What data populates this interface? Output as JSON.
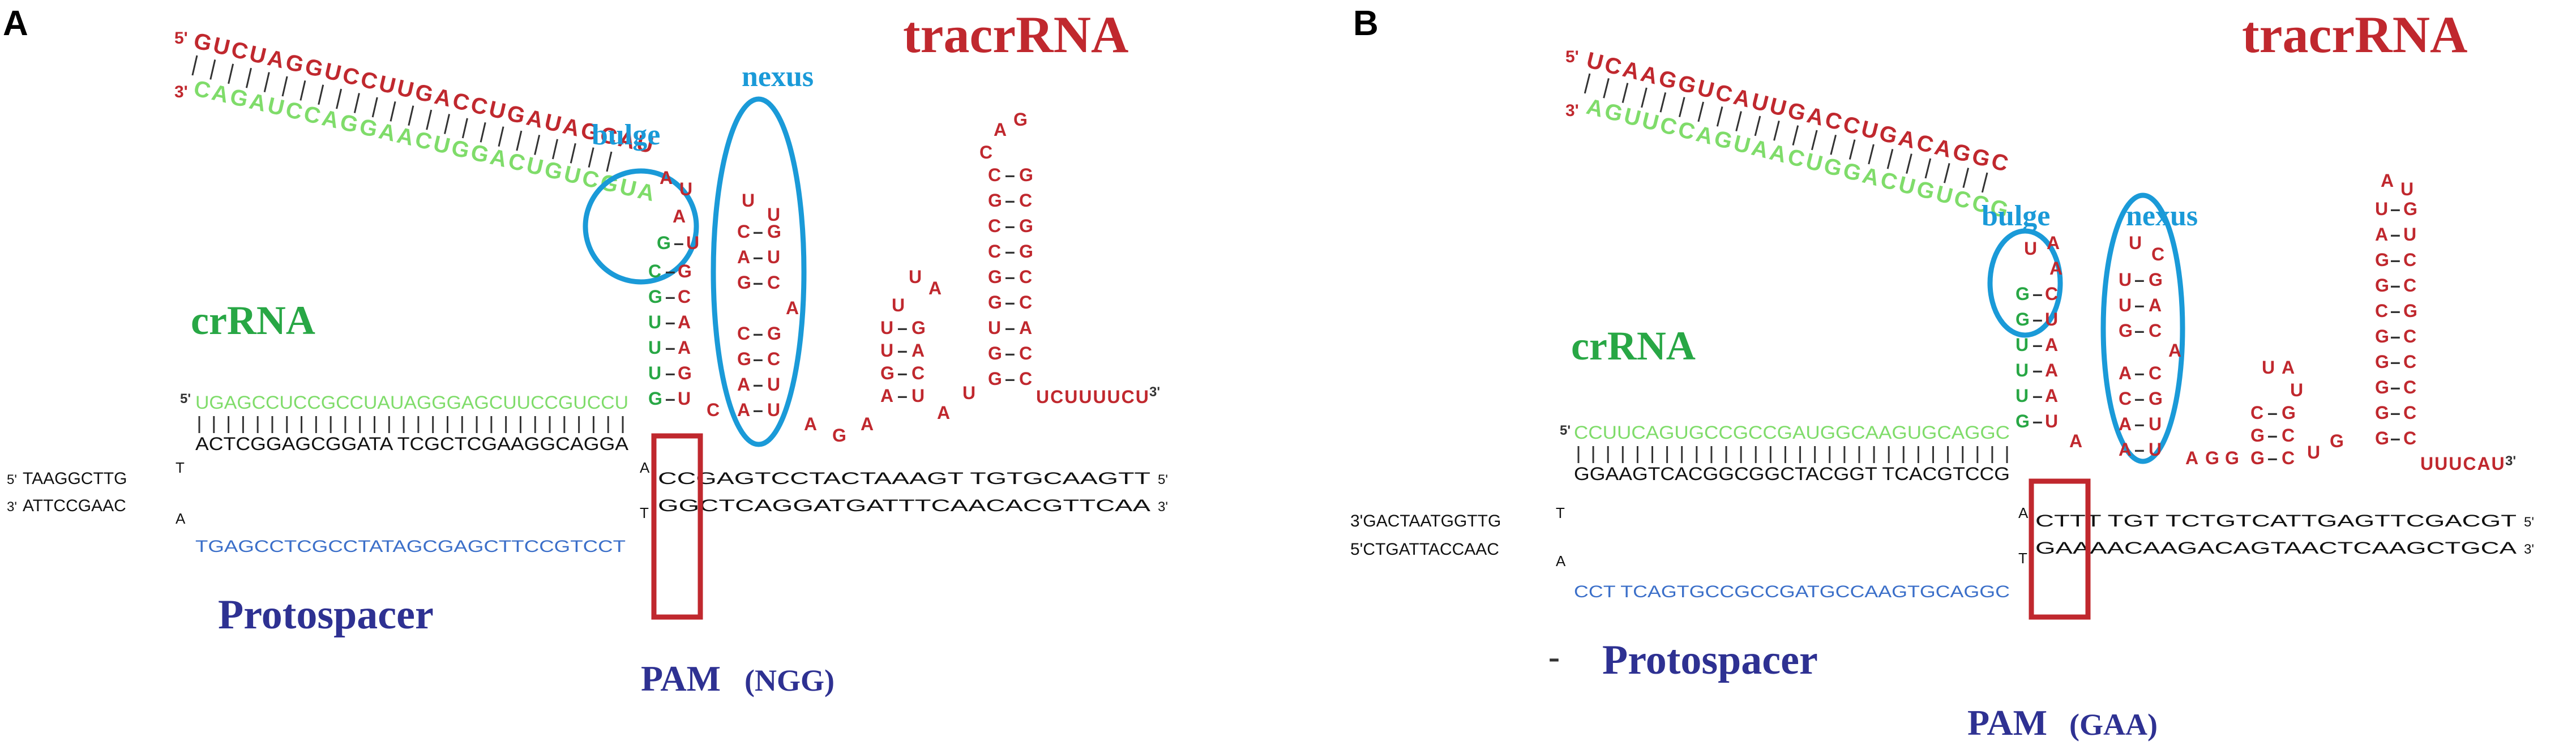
{
  "colors": {
    "tracr": "#c0282e",
    "crrna": "#28a745",
    "crrna_light": "#7fdc6a",
    "protospacer_label": "#2e3192",
    "protospacer_seq": "#3b6fc9",
    "circle": "#1a9ad8",
    "pam_box": "#c0282e",
    "dna": "#111111"
  },
  "panel_a": {
    "letter": "A",
    "tracr_label": "tracrRNA",
    "crrna_label": "crRNA",
    "protospacer_label": "Protospacer",
    "bulge_label": "bulge",
    "nexus_label": "nexus",
    "pam_label": "PAM",
    "pam_seq": "(NGG)",
    "crrna_top_strand": "UGAGCCUCCGCCUAUAGGGAGCUUCCGUCCU",
    "crrna_five": "5'",
    "target_strand": "ACTCGGAGCGGATA TCGCTCGAAGGCAGGA",
    "dna_right_top": "CCGAGTCCTACTAAAGT TGTGCAAGTT",
    "dna_right_bottom": "GGCTCAGGATGATTTCAACACGTTCAA",
    "dna_left_top": "TAAGGCTTG",
    "dna_left_bottom": "ATTCCGAAC",
    "left_five": "5'",
    "left_three": "3'",
    "right_five": "5'",
    "right_three": "3'",
    "junction_t": "T",
    "junction_a": "A",
    "junction_a2": "A",
    "junction_t2": "T",
    "protospacer_seq": "TGAGCCTCGCCTATAGCGAGCTTCCGTCCT",
    "rep_top": "GUCUAGGUCCUUGACCUGAUAGCAU",
    "rep_bottom": "CAGAUCCAGGAACUGGACUGUCGUA",
    "rep_five": "5'",
    "rep_three": "3'",
    "tail": "UCUUUUCU",
    "tail_three": "3'"
  },
  "panel_b": {
    "letter": "B",
    "tracr_label": "tracrRNA",
    "crrna_label": "crRNA",
    "protospacer_label": "Protospacer",
    "dash": "-",
    "bulge_label": "bulge",
    "nexus_label": "nexus",
    "pam_label": "PAM",
    "pam_seq": "(GAA)",
    "crrna_top_strand": "CCUUCAGUGCCGCCGAUGGCAAGUGCAGGC",
    "crrna_five": "5'",
    "target_strand": "GGAAGTCACGGCGGCTACGGT TCACGTCCG",
    "dna_right_top": "CTTT TGT TCTGTCATTGAGTTCGACGT",
    "dna_right_bottom": "GAAAACAAGACAGTAACTCAAGCTGCA",
    "dna_left_top": "3'GACTAATGGTTG",
    "dna_left_bottom": "5'CTGATTACCAAC",
    "right_five": "5'",
    "right_three": "3'",
    "junction_t": "T",
    "junction_a": "A",
    "junction_a2": "A",
    "junction_t2": "T",
    "protospacer_seq": "CCT TCAGTGCCGCCGATGCCAAGTGCAGGC",
    "rep_top": "UCAAGGUCAUUGACCUGACAGGC",
    "rep_bottom": "AGUUCCAGUAACUGGACUGUCCG",
    "rep_five": "5'",
    "rep_three": "3'",
    "tail": "UUUCAU",
    "tail_three": "3'"
  }
}
